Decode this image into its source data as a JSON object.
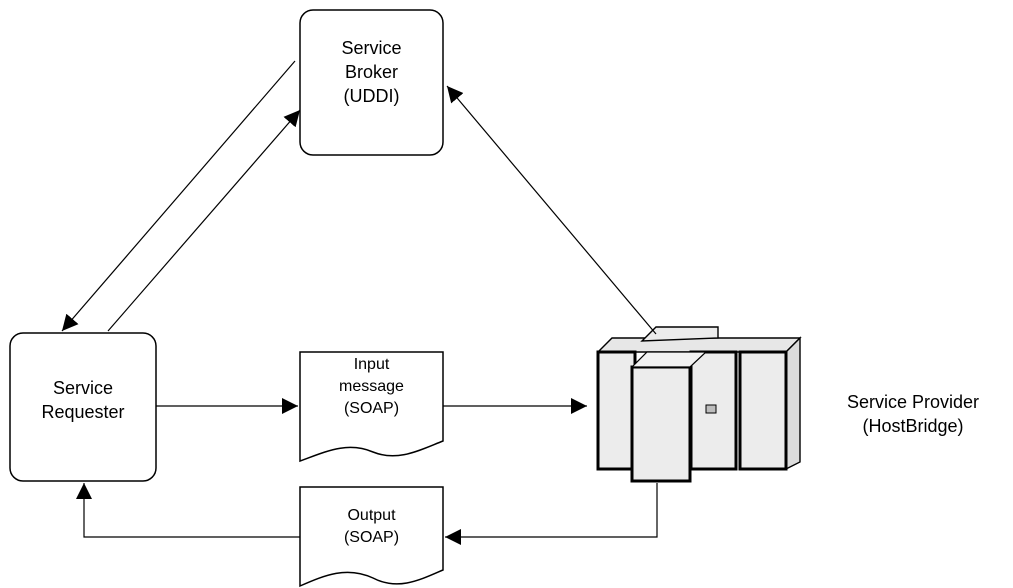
{
  "nodes": {
    "broker": {
      "line1": "Service",
      "line2": "Broker",
      "line3": "(UDDI)"
    },
    "requester": {
      "line1": "Service",
      "line2": "Requester"
    },
    "input_message": {
      "line1": "Input",
      "line2": "message",
      "line3": "(SOAP)"
    },
    "output_message": {
      "line1": "Output",
      "line2": "(SOAP)"
    },
    "provider": {
      "line1": "Service Provider",
      "line2": "(HostBridge)",
      "icon": "mainframe-server-icon"
    }
  },
  "colors": {
    "stroke": "#000000",
    "server_fill": "#ececec",
    "background": "#ffffff"
  }
}
